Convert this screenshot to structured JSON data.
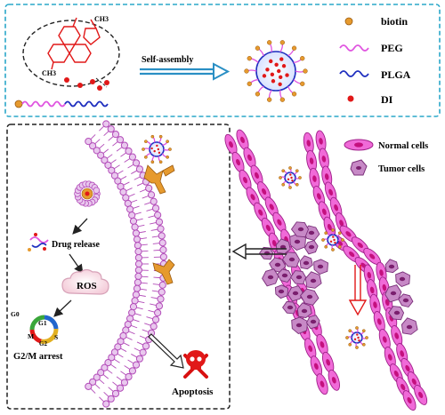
{
  "top_panel": {
    "chem_label_ch3_top": "CH3",
    "chem_label_ch3_left": "CH3",
    "arrow_label": "Self-assembly",
    "legend": [
      {
        "label": "biotin",
        "color": "#e69a2e"
      },
      {
        "label": "PEG",
        "color": "#e055e0"
      },
      {
        "label": "PLGA",
        "color": "#1f2fbf"
      },
      {
        "label": "DI",
        "color": "#e11818"
      }
    ]
  },
  "left_panel": {
    "drug_release": "Drug release",
    "ros": "ROS",
    "cell_cycle": {
      "g0": "G0",
      "g1": "G1",
      "s": "S",
      "g2": "G2",
      "m": "M"
    },
    "arrest": "G2/M arrest",
    "apoptosis": "Apoptosis"
  },
  "right_panel": {
    "legend_normal": "Normal cells",
    "legend_tumor": "Tumor cells"
  },
  "colors": {
    "border_top": "#2aa7c9",
    "membrane": "#b24bb8",
    "membrane_fill": "#e9c8ee",
    "normal_cell": "#f06ad8",
    "tumor_cell": "#c789c6",
    "red": "#e11818",
    "orange": "#e69a2e"
  }
}
